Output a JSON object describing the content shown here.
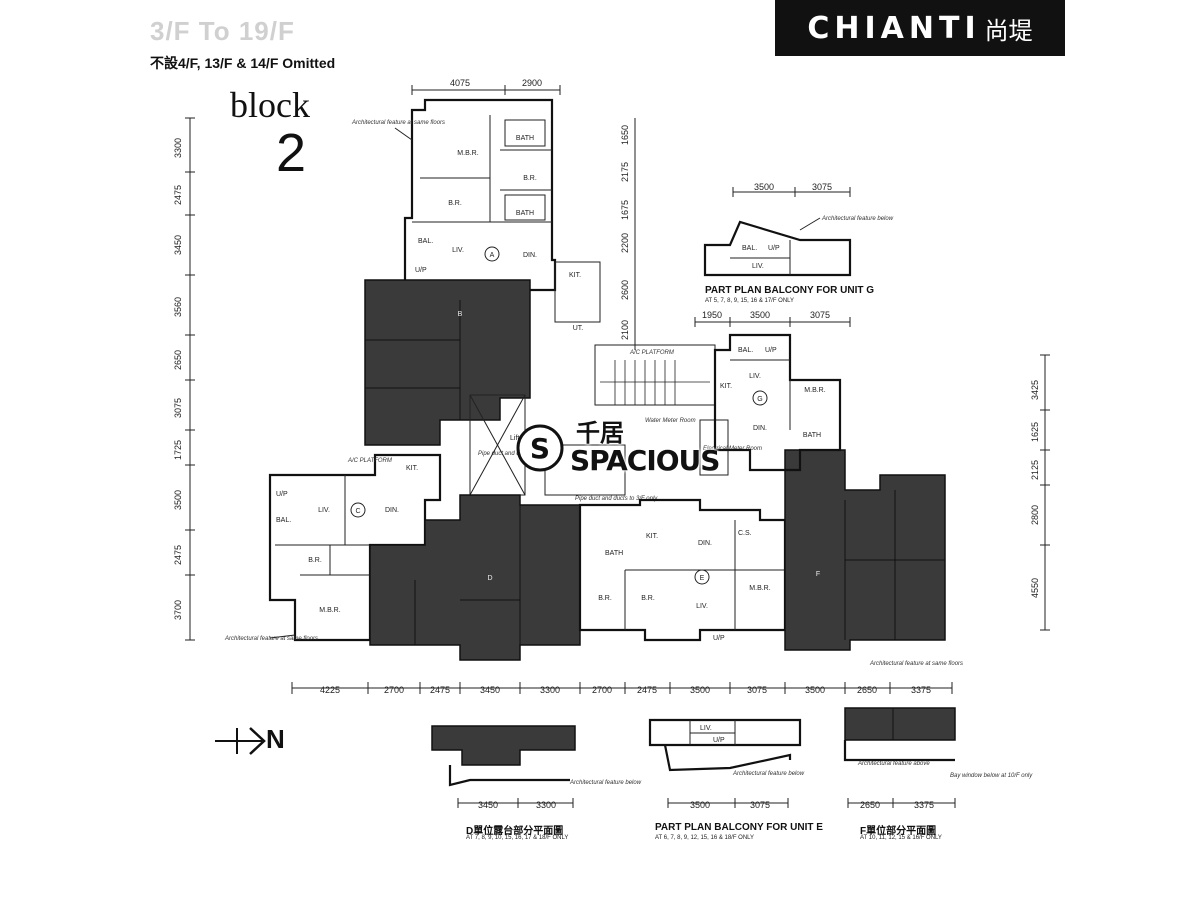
{
  "header": {
    "floor_range": "3/F To 19/F",
    "floors_omitted": "不設4/F, 13/F & 14/F Omitted",
    "brand": "CHIANTI",
    "brand_cn": "尚堤"
  },
  "block": {
    "word": "block",
    "number": "2"
  },
  "north_label": "N",
  "watermark": {
    "cn": "千居",
    "en": "SPACIOUS",
    "logo": "S"
  },
  "units": {
    "A": "A",
    "B": "B",
    "C": "C",
    "D": "D",
    "E": "E",
    "F": "F",
    "G": "G"
  },
  "rooms": {
    "mbr": "M.B.R.",
    "br": "B.R.",
    "bath": "BATH",
    "liv": "LIV.",
    "din": "DIN.",
    "kit": "KIT.",
    "bal": "BAL.",
    "up": "U/P",
    "ut": "UT.",
    "lift": "Lift",
    "ac": "A/C PLATFORM",
    "cs": "C.S."
  },
  "notes": {
    "arch_feature": "Architectural feature at same floors",
    "arch_feature_below": "Architectural feature below",
    "arch_feature_above": "Architectural feature above",
    "bay_window": "Bay window below at 10/F only",
    "pipe_duct": "Pipe duct and ducts to 3/F only",
    "water_meter": "Water Meter Room",
    "electric_meter": "Electrical Meter Room"
  },
  "dims": {
    "top": [
      "4075",
      "2900"
    ],
    "left": [
      "3300",
      "2475",
      "3450",
      "3560",
      "2650",
      "3075",
      "1725",
      "3500",
      "2475",
      "3700"
    ],
    "tower_a_side": [
      "1650",
      "2175",
      "1675",
      "2200",
      "2600",
      "2100"
    ],
    "g_detail": [
      "3500",
      "3075"
    ],
    "g_top": [
      "1950",
      "3500",
      "3075"
    ],
    "right": [
      "3425",
      "1625",
      "2125",
      "2800",
      "4550"
    ],
    "bottom": [
      "4225",
      "2700",
      "2475",
      "3450",
      "3300",
      "2700",
      "2475",
      "3500",
      "3075",
      "3500",
      "2650",
      "3375"
    ],
    "detail_d": [
      "3450",
      "3300"
    ],
    "detail_e": [
      "3500",
      "3075"
    ],
    "detail_f": [
      "2650",
      "3375"
    ]
  },
  "captions": {
    "g_balcony": "PART PLAN BALCONY FOR UNIT G",
    "g_balcony_sub": "AT 5, 7, 8, 9, 15, 16 & 17/F ONLY",
    "d_plan": "D單位露台部分平面圖",
    "d_plan_sub": "AT 7, 8, 9, 10, 15, 16, 17 & 18/F ONLY",
    "e_plan": "PART PLAN BALCONY FOR UNIT E",
    "e_plan_sub": "AT 6, 7, 8, 9, 12, 15, 16 & 18/F ONLY",
    "f_plan": "F單位部分平面圖",
    "f_plan_sub": "AT 10, 11, 12, 15 & 16/F ONLY"
  }
}
